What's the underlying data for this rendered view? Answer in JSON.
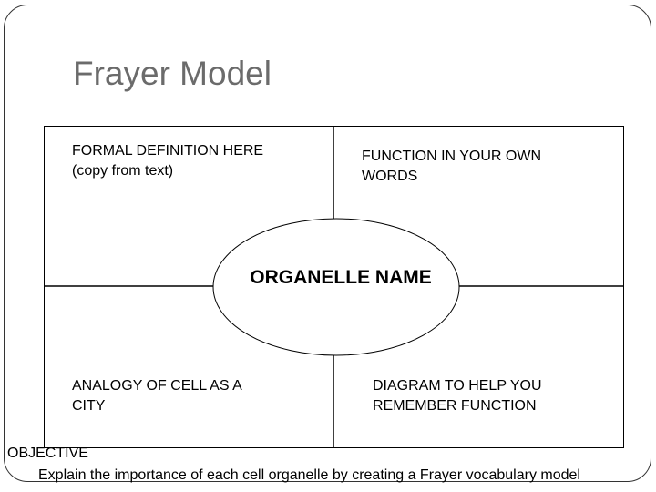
{
  "title": "Frayer Model",
  "quadrants": {
    "top_left": [
      "FORMAL DEFINITION HERE",
      "(copy from text)"
    ],
    "top_right": [
      "FUNCTION IN YOUR OWN",
      "WORDS"
    ],
    "bottom_left": [
      "ANALOGY OF CELL AS A",
      "CITY"
    ],
    "bottom_right": [
      "DIAGRAM TO HELP YOU",
      "REMEMBER FUNCTION"
    ]
  },
  "center_label": "ORGANELLE NAME",
  "objective": {
    "heading": "OBJECTIVE",
    "text": "Explain the importance of each cell organelle by creating a Frayer vocabulary model"
  }
}
